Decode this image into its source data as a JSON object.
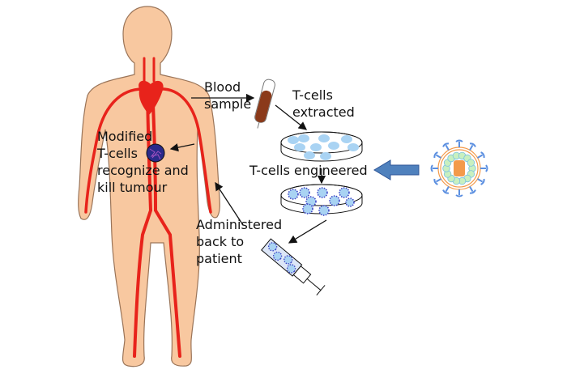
{
  "labels": {
    "blood_sample": [
      "Blood",
      "sample"
    ],
    "tcells_extracted": [
      "T-cells",
      "extracted"
    ],
    "tcells_engineered": "T-cells engineered",
    "modified_tcells": [
      "Modified",
      "T-cells",
      "recognize and",
      "kill tumour"
    ],
    "administered": [
      "Administered",
      "back to",
      "patient"
    ]
  },
  "colors": {
    "skin": "#f8c8a0",
    "vessel": "#e8231b",
    "cell": "#a9d3f3",
    "engineered_cell_dots": "#3a3fc4",
    "arrow_blue": "#4f81bd",
    "virus_orange": "#f39a4a",
    "virus_green": "#c8f0c0",
    "virus_blue": "#5b8fe0"
  }
}
